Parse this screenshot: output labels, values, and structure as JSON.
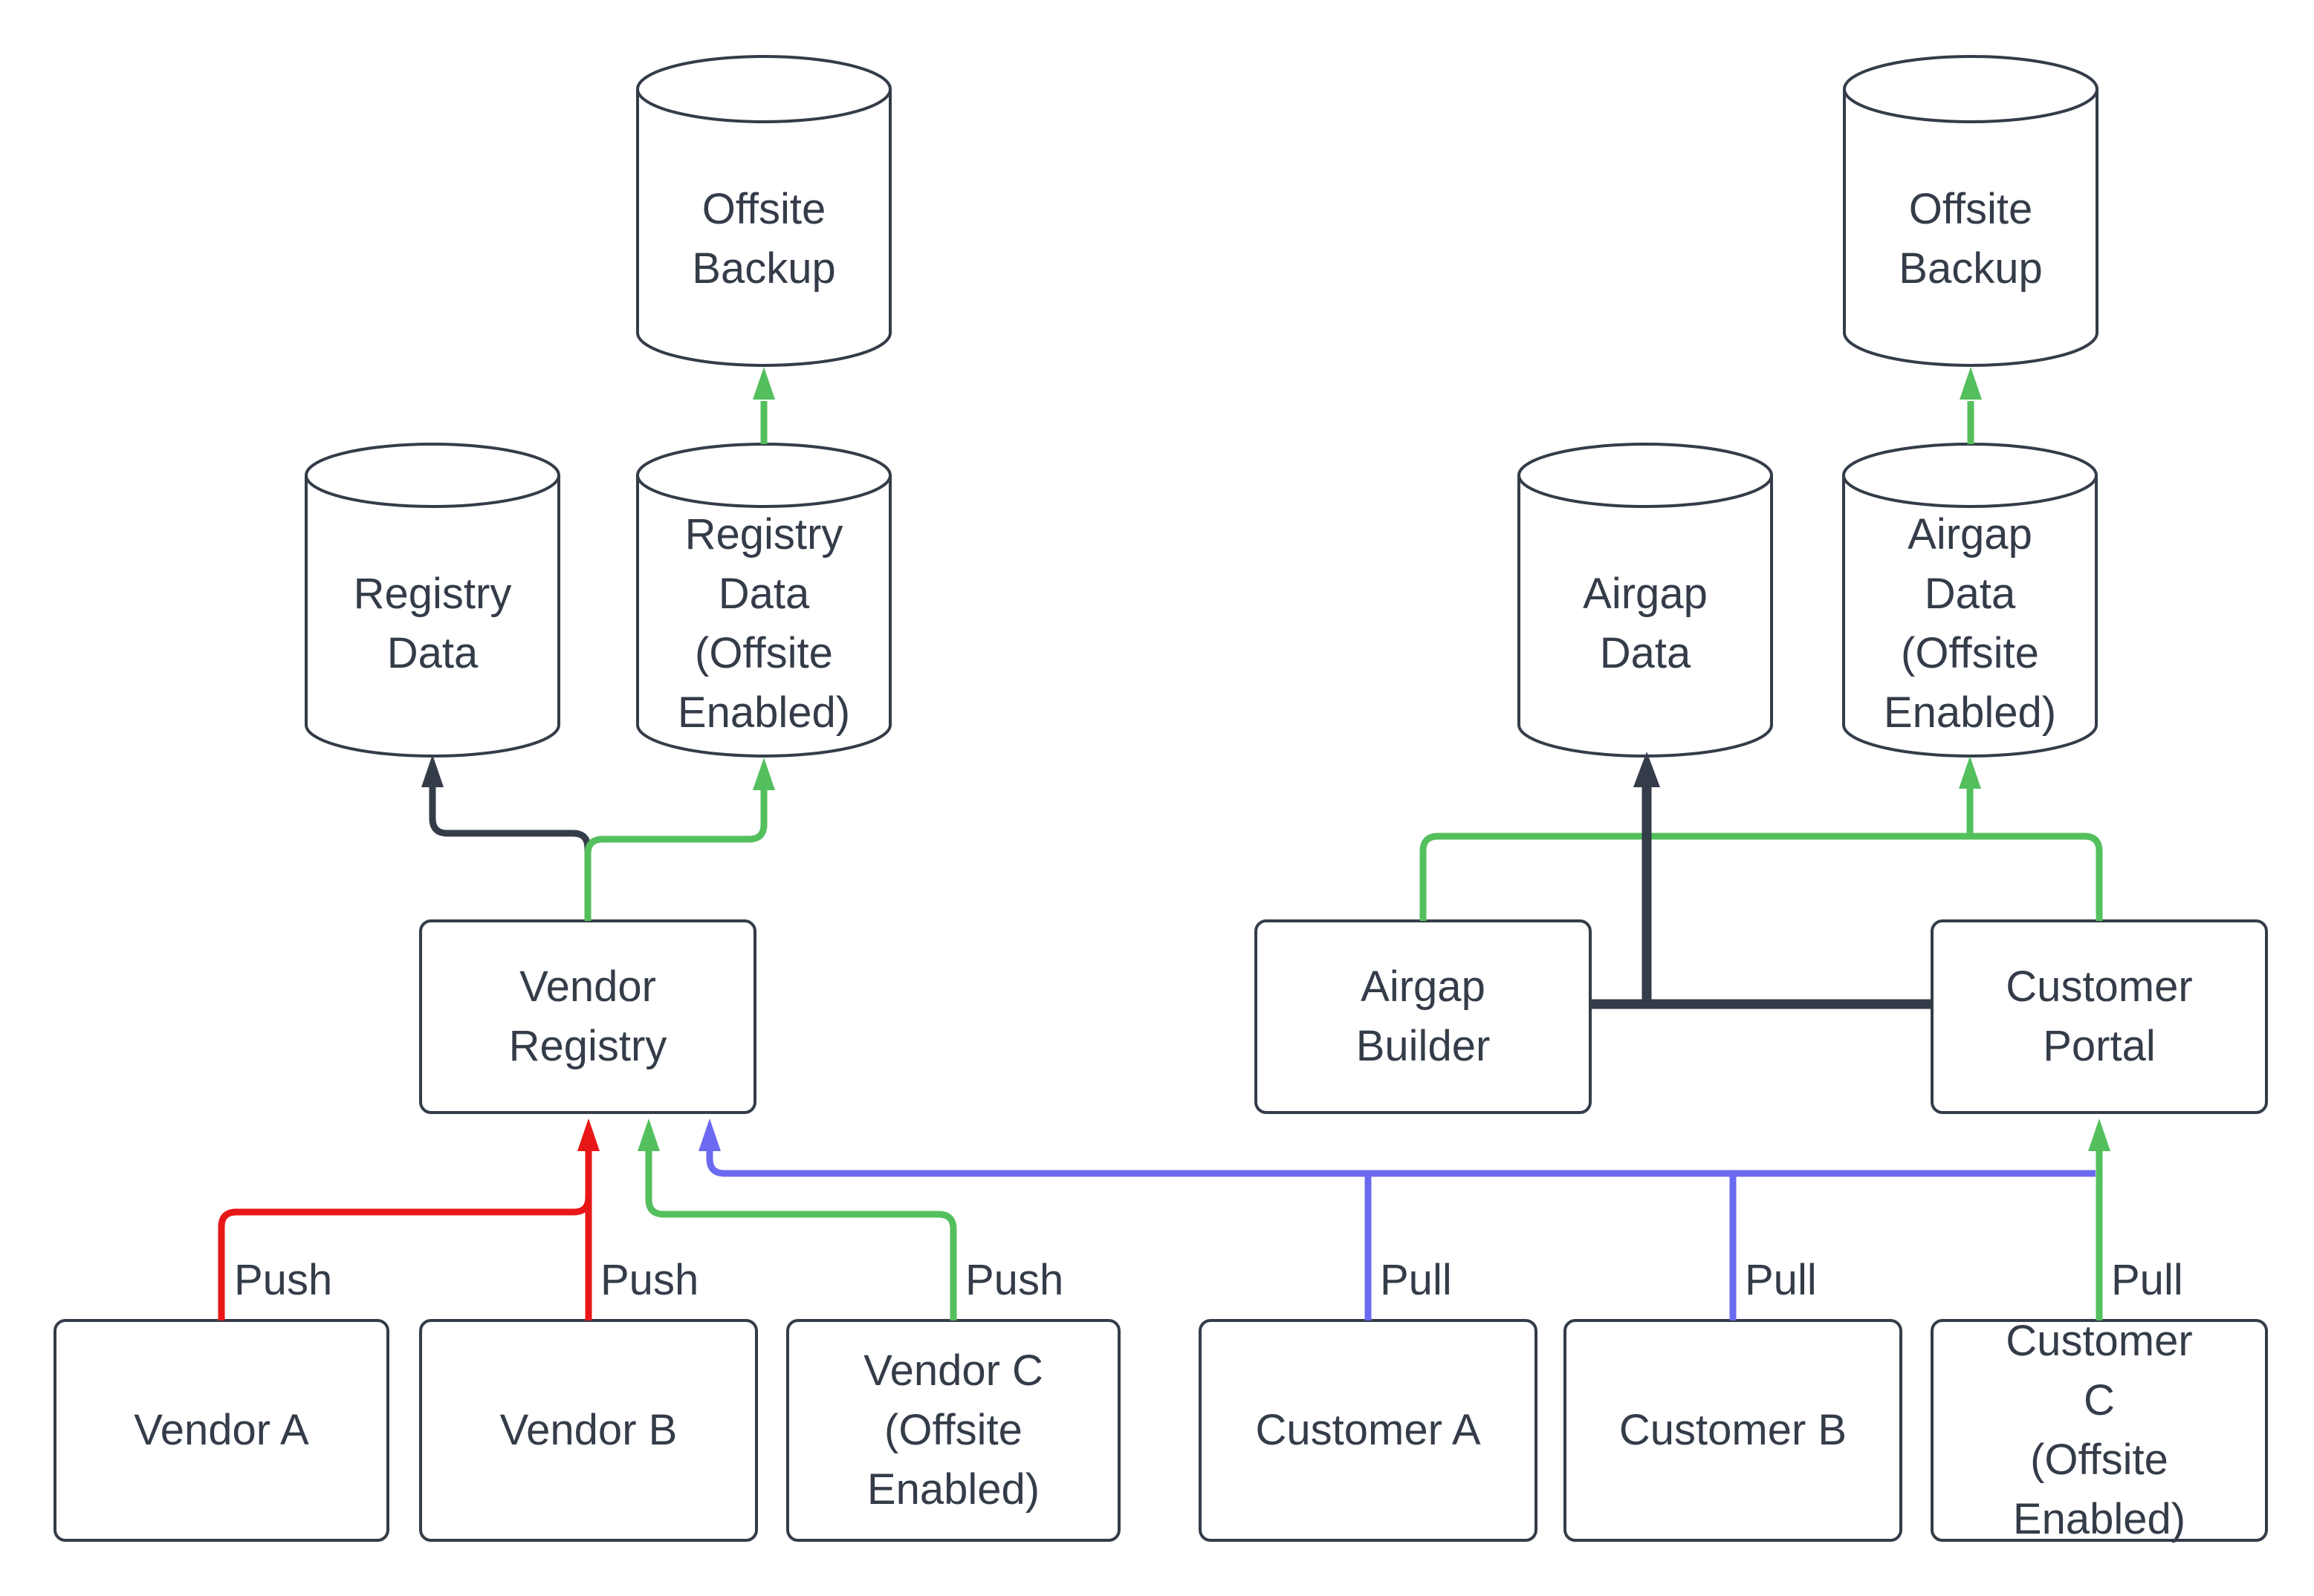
{
  "colors": {
    "background": "#ffffff",
    "node_fill": "#ffffff",
    "text": "#343c49",
    "dark": "#343c49",
    "red": "#e81717",
    "green": "#54bf5d",
    "blue": "#6c6af0"
  },
  "nodes": {
    "offsite_backup_left": {
      "label": "Offsite\nBackup",
      "type": "cylinder"
    },
    "registry_data": {
      "label": "Registry\nData",
      "type": "cylinder"
    },
    "registry_data_offsite": {
      "label": "Registry\nData\n(Offsite\nEnabled)",
      "type": "cylinder"
    },
    "vendor_registry": {
      "label": "Vendor\nRegistry",
      "type": "process"
    },
    "vendor_a": {
      "label": "Vendor A",
      "type": "process"
    },
    "vendor_b": {
      "label": "Vendor B",
      "type": "process"
    },
    "vendor_c": {
      "label": "Vendor C\n(Offsite\nEnabled)",
      "type": "process"
    },
    "offsite_backup_right": {
      "label": "Offsite\nBackup",
      "type": "cylinder"
    },
    "airgap_data": {
      "label": "Airgap\nData",
      "type": "cylinder"
    },
    "airgap_data_offsite": {
      "label": "Airgap\nData\n(Offsite\nEnabled)",
      "type": "cylinder"
    },
    "airgap_builder": {
      "label": "Airgap\nBuilder",
      "type": "process"
    },
    "customer_portal": {
      "label": "Customer\nPortal",
      "type": "process"
    },
    "customer_a": {
      "label": "Customer A",
      "type": "process"
    },
    "customer_b": {
      "label": "Customer B",
      "type": "process"
    },
    "customer_c": {
      "label": "Customer C\n(Offsite\nEnabled)",
      "type": "process"
    }
  },
  "edge_labels": {
    "push_a": "Push",
    "push_b": "Push",
    "push_c": "Push",
    "pull_a": "Pull",
    "pull_b": "Pull",
    "pull_c": "Pull"
  },
  "edges": [
    {
      "from": "vendor_a",
      "to": "vendor_registry",
      "label": "Push",
      "color": "red"
    },
    {
      "from": "vendor_b",
      "to": "vendor_registry",
      "label": "Push",
      "color": "red"
    },
    {
      "from": "vendor_c",
      "to": "vendor_registry",
      "label": "Push",
      "color": "green"
    },
    {
      "from": "vendor_registry",
      "to": "registry_data",
      "label": "",
      "color": "dark"
    },
    {
      "from": "vendor_registry",
      "to": "registry_data_offsite",
      "label": "",
      "color": "green"
    },
    {
      "from": "registry_data_offsite",
      "to": "offsite_backup_left",
      "label": "",
      "color": "green"
    },
    {
      "from": "customer_a",
      "to": "customer_portal",
      "label": "Pull",
      "color": "blue"
    },
    {
      "from": "customer_b",
      "to": "customer_portal",
      "label": "Pull",
      "color": "blue"
    },
    {
      "from": "customer_c",
      "to": "customer_portal",
      "label": "Pull",
      "color": "green"
    },
    {
      "from": "airgap_builder",
      "to": "airgap_data",
      "label": "",
      "color": "dark"
    },
    {
      "from": "customer_portal",
      "to": "airgap_data",
      "label": "",
      "color": "dark"
    },
    {
      "from": "airgap_builder",
      "to": "airgap_data_offsite",
      "label": "",
      "color": "green"
    },
    {
      "from": "customer_portal",
      "to": "airgap_data_offsite",
      "label": "",
      "color": "green"
    },
    {
      "from": "airgap_data_offsite",
      "to": "offsite_backup_right",
      "label": "",
      "color": "green"
    }
  ]
}
